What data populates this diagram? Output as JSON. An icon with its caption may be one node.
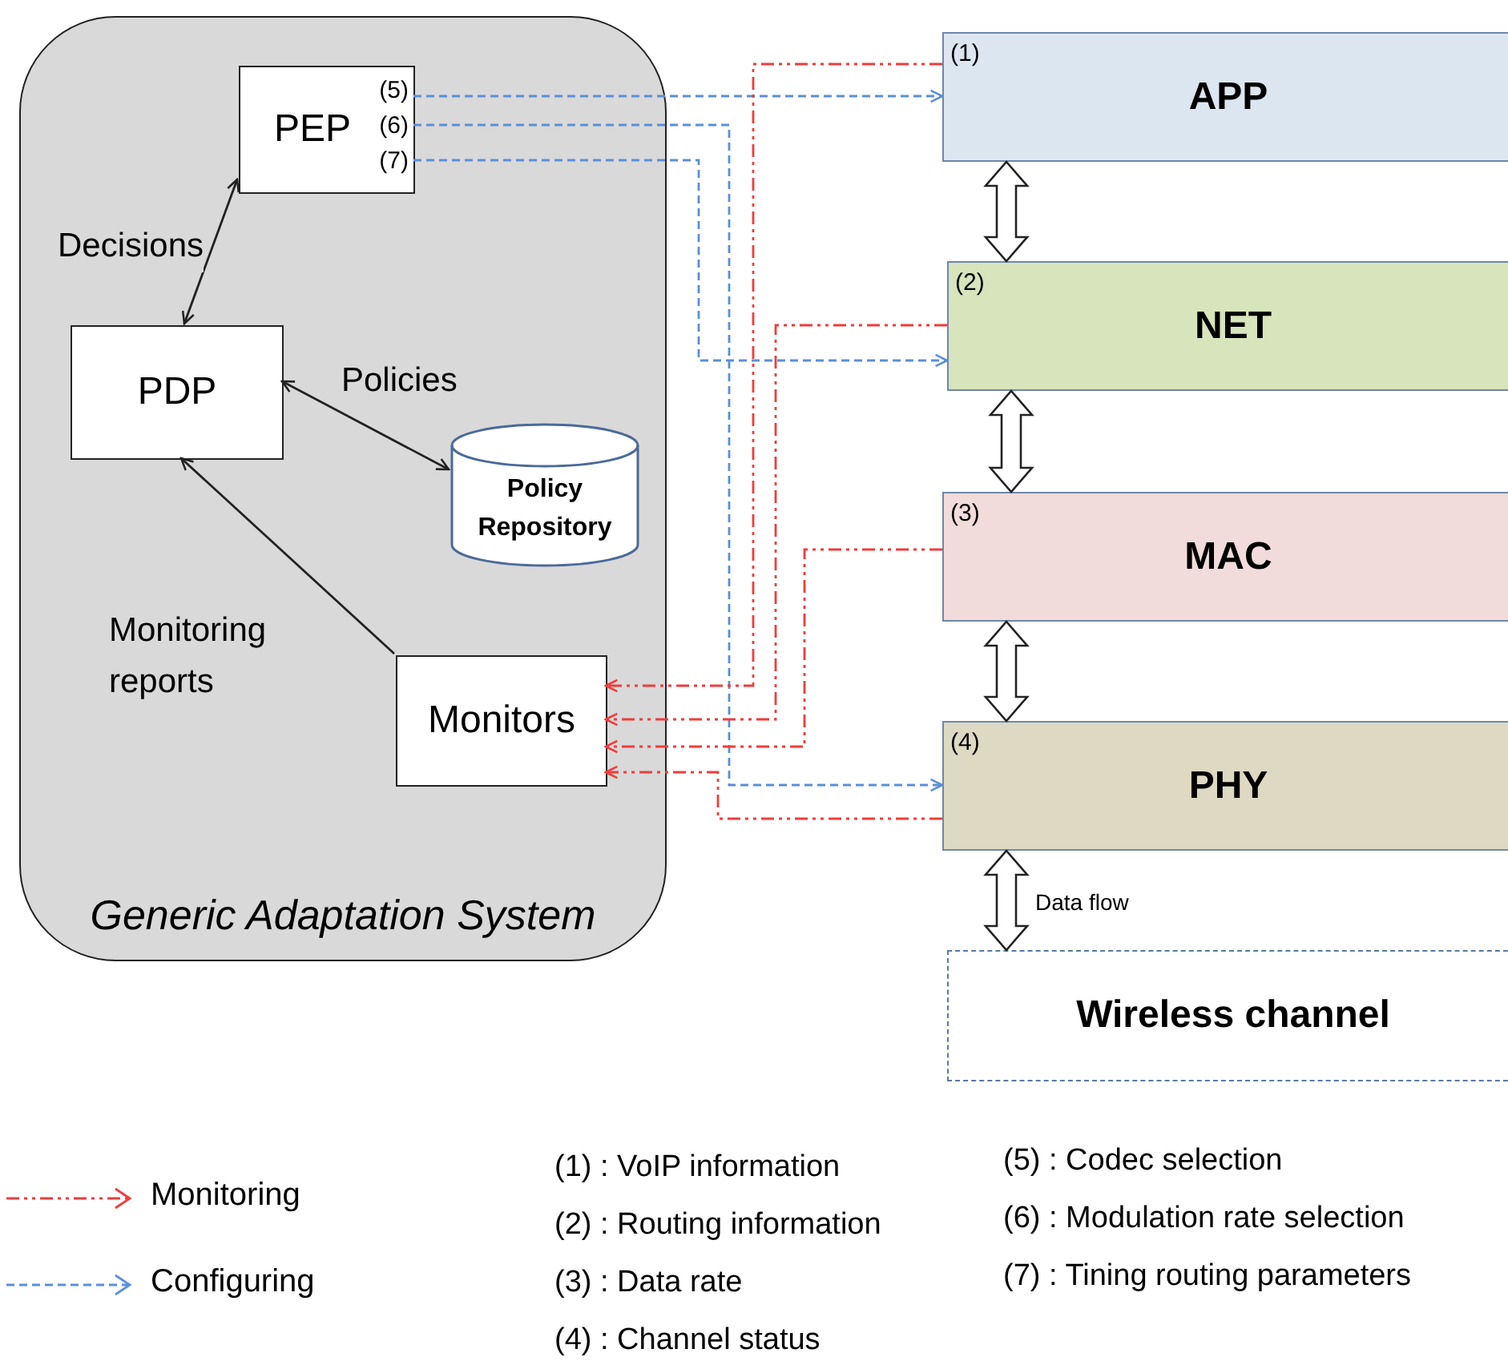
{
  "diagram": {
    "nodes": [
      {
        "text": [
          "Generic Adaptation System"
        ]
      },
      {
        "text": [
          "PEP",
          "(5)",
          "(6)",
          "(7)"
        ],
        "in": 0
      },
      {
        "text": [
          "PDP"
        ],
        "in": 0
      },
      {
        "text": [
          "Policy Repository"
        ],
        "in": 0
      },
      {
        "text": [
          "Monitors"
        ],
        "in": 0
      },
      {
        "text": [
          "(1)",
          "APP"
        ]
      },
      {
        "text": [
          "(2)",
          "NET"
        ]
      },
      {
        "text": [
          "(3)",
          "MAC"
        ]
      },
      {
        "text": [
          "(4)",
          "PHY"
        ]
      },
      {
        "text": [
          "Wireless channel"
        ]
      }
    ],
    "edges": [
      {
        "from": 1,
        "to": 2,
        "arrow": "both",
        "label": "Decisions",
        "color": "#222222"
      },
      {
        "from": 2,
        "to": 3,
        "arrow": "both",
        "label": "Policies",
        "color": "#222222"
      },
      {
        "from": 4,
        "to": 2,
        "arrow": "to",
        "label": "Monitoring reports",
        "color": "#222222"
      },
      {
        "from": 1,
        "to": 5,
        "arrow": "to",
        "style": "dashed",
        "color": "#5b8fd9"
      },
      {
        "from": 1,
        "to": 8,
        "arrow": "to",
        "style": "dashed",
        "color": "#5b8fd9"
      },
      {
        "from": 1,
        "to": 6,
        "arrow": "to",
        "style": "dashed",
        "color": "#5b8fd9"
      },
      {
        "from": 5,
        "to": 4,
        "arrow": "to",
        "style": "dashed",
        "color": "#f03c3c"
      },
      {
        "from": 6,
        "to": 4,
        "arrow": "to",
        "style": "dashed",
        "color": "#f03c3c"
      },
      {
        "from": 7,
        "to": 4,
        "arrow": "to",
        "style": "dashed",
        "color": "#f03c3c"
      },
      {
        "from": 8,
        "to": 4,
        "arrow": "to",
        "style": "dashed",
        "color": "#f03c3c"
      },
      {
        "from": 5,
        "to": 6,
        "arrow": "both",
        "style": "thick"
      },
      {
        "from": 6,
        "to": 7,
        "arrow": "both",
        "style": "thick"
      },
      {
        "from": 7,
        "to": 8,
        "arrow": "both",
        "style": "thick"
      },
      {
        "from": 8,
        "to": 9,
        "arrow": "both",
        "style": "thick",
        "label": "Data flow"
      }
    ],
    "labels": [
      "(1) : VoIP information",
      "(2) : Routing information",
      "(3) : Data rate",
      "(4) : Channel status",
      "(5) : Codec selection",
      "(6) : Modulation rate selection",
      "(7) : Tining routing parameters"
    ],
    "legend": [
      {
        "text": "Monitoring"
      },
      {
        "text": "Configuring"
      }
    ]
  }
}
